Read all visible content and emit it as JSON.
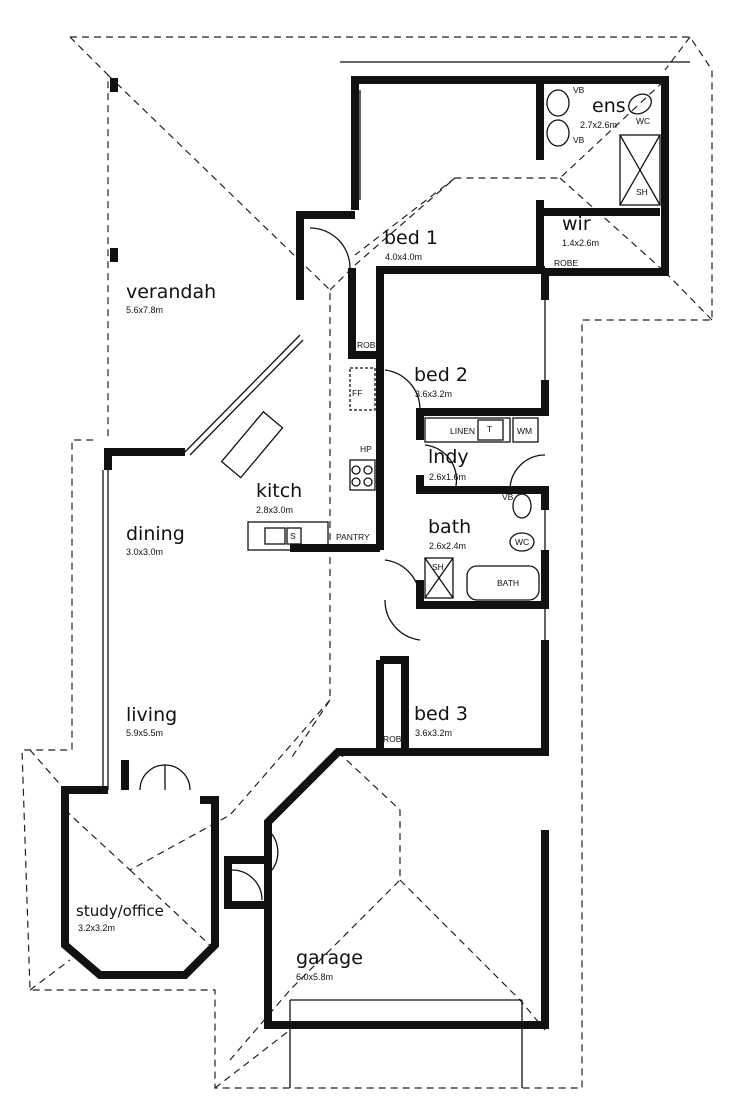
{
  "rooms": {
    "verandah": {
      "name": "verandah",
      "dims": "5.6x7.8m"
    },
    "bed1": {
      "name": "bed 1",
      "dims": "4.0x4.0m"
    },
    "ens": {
      "name": "ens",
      "dims": "2.7x2.6m"
    },
    "wir": {
      "name": "wir",
      "dims": "1.4x2.6m"
    },
    "bed2": {
      "name": "bed 2",
      "dims": "3.6x3.2m"
    },
    "kitch": {
      "name": "kitch",
      "dims": "2.8x3.0m"
    },
    "lndy": {
      "name": "lndy",
      "dims": "2.6x1.6m"
    },
    "dining": {
      "name": "dining",
      "dims": "3.0x3.0m"
    },
    "bath": {
      "name": "bath",
      "dims": "2.6x2.4m"
    },
    "living": {
      "name": "living",
      "dims": "5.9x5.5m"
    },
    "bed3": {
      "name": "bed 3",
      "dims": "3.6x3.2m"
    },
    "study": {
      "name": "study/office",
      "dims": "3.2x3.2m"
    },
    "garage": {
      "name": "garage",
      "dims": "6.0x5.8m"
    }
  },
  "fixtures": {
    "ens_vb1": "VB",
    "ens_vb2": "VB",
    "ens_wc": "WC",
    "ens_sh": "SH",
    "robe1": "ROBE",
    "robe2": "ROBE",
    "robe3": "ROBE",
    "ff": "FF",
    "hp": "HP",
    "pantry": "PANTRY",
    "sink": "S",
    "linen": "LINEN",
    "trough": "T",
    "wm": "WM",
    "bath_vb": "VB",
    "bath_wc": "WC",
    "bath_sh": "SH",
    "bath_bath": "BATH"
  }
}
